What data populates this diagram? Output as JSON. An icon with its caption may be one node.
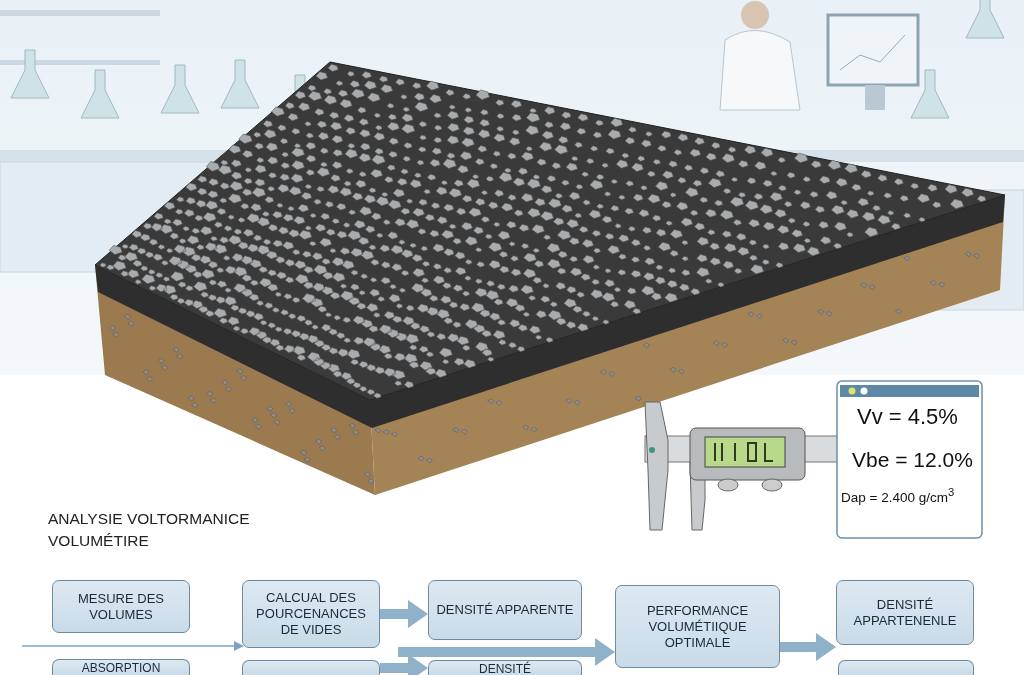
{
  "diagram": {
    "title": "ANALYSIE VOLTORMANICE VOLUMÉTIRE",
    "nodes": [
      {
        "text": [
          "MESURE DES VOLUMES"
        ]
      },
      {
        "text": [
          "CALCUAL DES POURCENANCES DE VIDES"
        ]
      },
      {
        "text": [
          "DENSITÉ APPARENTE"
        ]
      },
      {
        "text": [
          "PERFORMANCE VOLUMÉTIIQUE OPTIMALE"
        ]
      },
      {
        "text": [
          "DENSITÉ APPARTENENLE"
        ]
      },
      {
        "text": [
          "ABSORPTION"
        ]
      },
      {
        "text": [],
        "shape": "box"
      },
      {
        "text": [
          "DENSITÉ"
        ]
      },
      {
        "text": [],
        "shape": "box"
      }
    ],
    "edges": [
      {
        "from": null,
        "to": 1,
        "arrow": "to"
      },
      {
        "from": 1,
        "to": 2,
        "arrow": "to",
        "style": "thick"
      },
      {
        "from": null,
        "to": 3,
        "arrow": "to",
        "style": "thick"
      },
      {
        "from": 3,
        "to": 4,
        "arrow": "to",
        "style": "thick"
      },
      {
        "from": 6,
        "to": 7,
        "arrow": "to",
        "style": "thick"
      }
    ],
    "labels": [
      "Vv = 4.5%",
      "Vbe = 12.0%",
      "Dap = 2.400 g/cm$^{3}$"
    ]
  }
}
